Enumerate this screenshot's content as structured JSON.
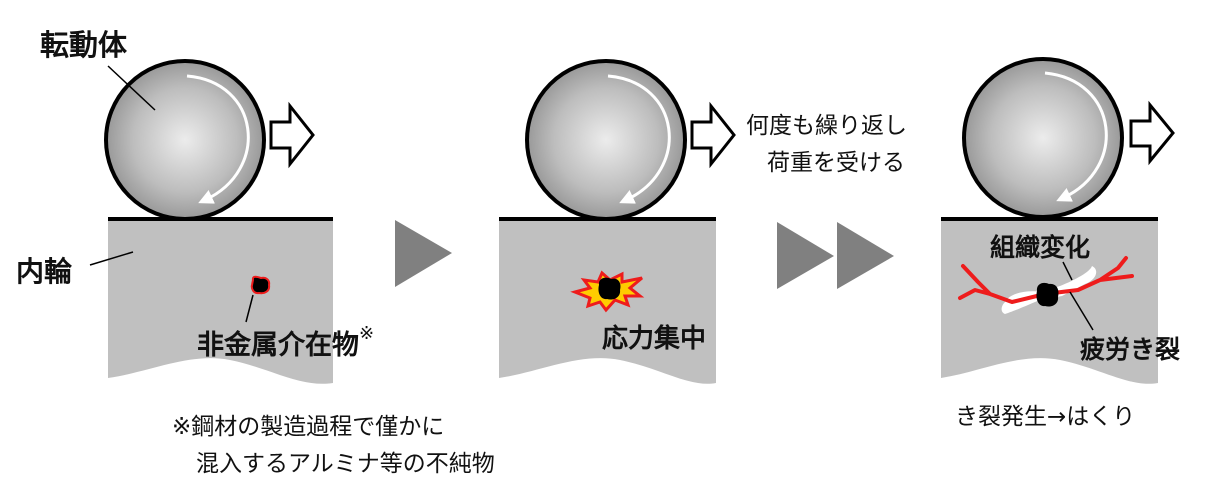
{
  "colors": {
    "background": "#ffffff",
    "ring": "#c0c0c0",
    "outline": "#000000",
    "step_arrow": "#808080",
    "crack": "#ee1c1c",
    "flash_outer": "#ee1c1c",
    "flash_inner": "#ffcc00",
    "structure_change": "#ffffff"
  },
  "labels": {
    "rolling_element": "転動体",
    "inner_ring": "内輪",
    "inclusion": "非金属介在物",
    "inclusion_mark": "※",
    "stress_concentration": "応力集中",
    "repeated_load_line1": "何度も繰り返し",
    "repeated_load_line2": "荷重を受ける",
    "structure_change": "組織変化",
    "fatigue_crack": "疲労き裂",
    "result": "き裂発生→はくり",
    "footnote_line1": "※鋼材の製造過程で僅かに",
    "footnote_line2": "混入するアルミナ等の不純物"
  },
  "stages": [
    {
      "id": "stage-1",
      "name": "inclusion-present"
    },
    {
      "id": "stage-2",
      "name": "stress-concentration"
    },
    {
      "id": "stage-3",
      "name": "crack-and-flaking"
    }
  ],
  "transitions": [
    {
      "from": "stage-1",
      "to": "stage-2",
      "arrows": 1
    },
    {
      "from": "stage-2",
      "to": "stage-3",
      "arrows": 2
    }
  ]
}
